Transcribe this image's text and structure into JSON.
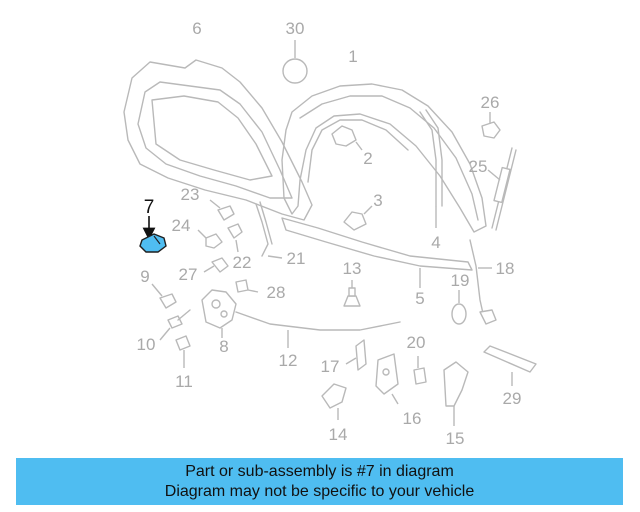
{
  "diagram": {
    "highlight_color": "#4fbdf1",
    "highlighted_part": "7",
    "callouts": [
      "1",
      "2",
      "3",
      "4",
      "5",
      "6",
      "7",
      "8",
      "9",
      "10",
      "11",
      "12",
      "13",
      "14",
      "15",
      "16",
      "17",
      "18",
      "19",
      "20",
      "21",
      "22",
      "23",
      "24",
      "25",
      "26",
      "27",
      "28",
      "29",
      "30"
    ]
  },
  "banner": {
    "line1": "Part or sub-assembly is #7 in diagram",
    "line2": "Diagram may not be specific to your vehicle",
    "background": "#4fbdf1"
  }
}
